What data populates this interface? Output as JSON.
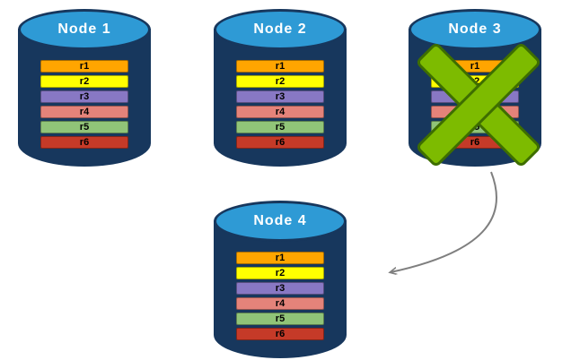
{
  "nodes": [
    {
      "label": "Node 1",
      "failed": false
    },
    {
      "label": "Node 2",
      "failed": false
    },
    {
      "label": "Node 3",
      "failed": true
    },
    {
      "label": "Node 4",
      "failed": false
    }
  ],
  "records": [
    {
      "label": "r1",
      "color": "#FFA500"
    },
    {
      "label": "r2",
      "color": "#FFFF00"
    },
    {
      "label": "r3",
      "color": "#8878C4"
    },
    {
      "label": "r4",
      "color": "#E4837A"
    },
    {
      "label": "r5",
      "color": "#90C478"
    },
    {
      "label": "r6",
      "color": "#C53A28"
    }
  ],
  "styles": {
    "cylinder_body": "#17375D",
    "cylinder_top": "#2E9AD5",
    "failure_x": "#7DBB00",
    "failure_x_outline": "#3E6E00",
    "arrow": "#7F7F7F"
  }
}
